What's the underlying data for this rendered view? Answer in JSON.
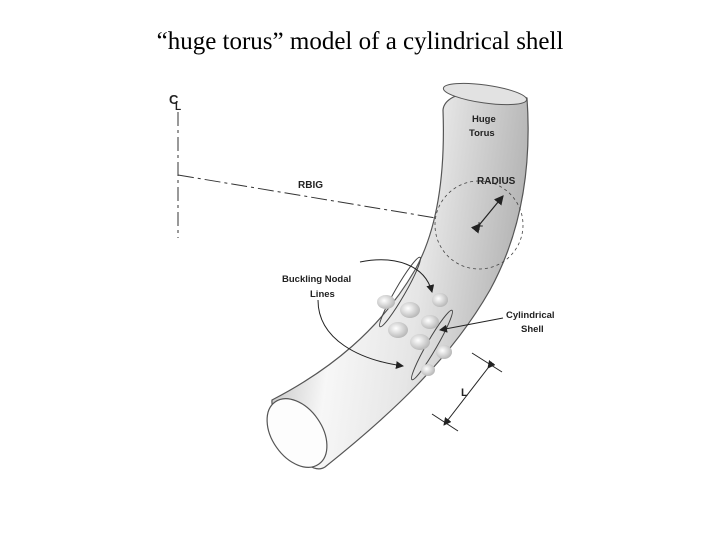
{
  "slide": {
    "title": "“huge torus” model of a cylindrical shell"
  },
  "figure": {
    "centerline_label": "C",
    "centerline_sub": "L",
    "rbig_label": "RBIG",
    "huge_torus_label": [
      "Huge",
      "Torus"
    ],
    "radius_label": "RADIUS",
    "buckling_label": [
      "Buckling Nodal",
      "Lines"
    ],
    "cylindrical_shell_label": [
      "Cylindrical",
      "Shell"
    ],
    "length_label": "L"
  },
  "colors": {
    "tube_light": "#f7f7f7",
    "tube_mid": "#d9d9d9",
    "tube_dark": "#a9a9a9",
    "line": "#222222"
  }
}
